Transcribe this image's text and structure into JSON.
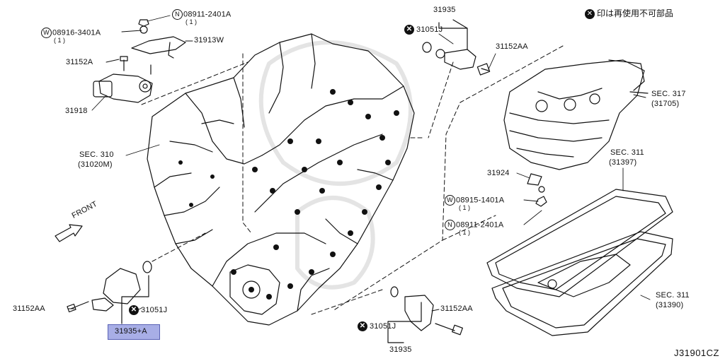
{
  "legend": {
    "symbol": "✕",
    "text": "印は再使用不可部品"
  },
  "diagram_code": "J31901CZ",
  "front_label": "FRONT",
  "labels": {
    "p08911_top": {
      "prefix": "N",
      "part": "08911-2401A",
      "qty": "( 1 )"
    },
    "p08916": {
      "prefix": "W",
      "part": "08916-3401A",
      "qty": "( 1 )"
    },
    "p31913w": "31913W",
    "p31152a": "31152A",
    "p31918": "31918",
    "sec310": {
      "line1": "SEC. 310",
      "line2": "(31020M)"
    },
    "p31935_top": "31935",
    "p31051j_top": "31051J",
    "p31152aa_top": "31152AA",
    "sec317": {
      "line1": "SEC. 317",
      "line2": "(31705)"
    },
    "sec311_a": {
      "line1": "SEC. 311",
      "line2": "(31397)"
    },
    "p31924": "31924",
    "p08915": {
      "prefix": "W",
      "part": "08915-1401A",
      "qty": "( 1 )"
    },
    "p08911_right": {
      "prefix": "N",
      "part": "08911-2401A",
      "qty": "( 1 )"
    },
    "sec311_b": {
      "line1": "SEC. 311",
      "line2": "(31390)"
    },
    "p31152aa_left": "31152AA",
    "p31051j_left": "31051J",
    "p31935_hl": "31935+A",
    "p31051j_bottom": "31051J",
    "p31152aa_bottom": "31152AA",
    "p31935_bottom": "31935"
  }
}
